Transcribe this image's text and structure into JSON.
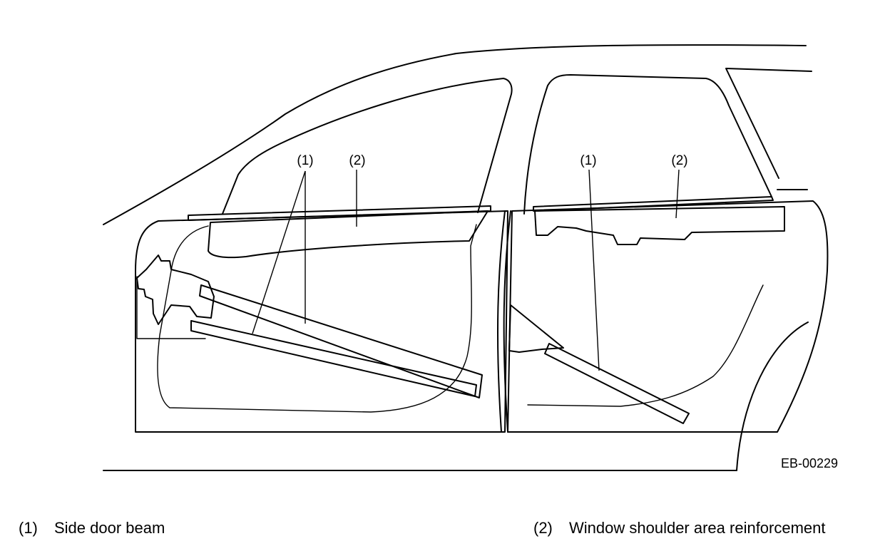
{
  "callouts": {
    "front_beam": "(1)",
    "front_reinforcement": "(2)",
    "rear_beam": "(1)",
    "rear_reinforcement": "(2)"
  },
  "figure_id": "EB-00229",
  "legend": [
    {
      "number": "(1)",
      "text": "Side door beam"
    },
    {
      "number": "(2)",
      "text": "Window shoulder area reinforcement"
    }
  ]
}
